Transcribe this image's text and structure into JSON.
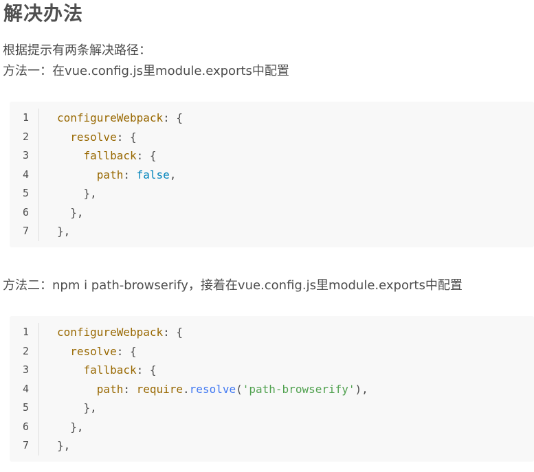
{
  "heading": "解决办法",
  "intro": "根据提示有两条解决路径：",
  "method1": "方法一：在vue.config.js里module.exports中配置",
  "method2": "方法二：npm i path-browserify，接着在vue.config.js里module.exports中配置",
  "code1": {
    "line_numbers": [
      "1",
      "2",
      "3",
      "4",
      "5",
      "6",
      "7"
    ],
    "l1_key": "configureWebpack",
    "l1_rest": ": {",
    "l2_key": "resolve",
    "l2_rest": ": {",
    "l3_key": "fallback",
    "l3_rest": ": {",
    "l4_key": "path",
    "l4_colon": ": ",
    "l4_value": "false",
    "l4_end": ",",
    "l5": "},",
    "l6": "},",
    "l7": "},"
  },
  "code2": {
    "line_numbers": [
      "1",
      "2",
      "3",
      "4",
      "5",
      "6",
      "7"
    ],
    "l1_key": "configureWebpack",
    "l1_rest": ": {",
    "l2_key": "resolve",
    "l2_rest": ": {",
    "l3_key": "fallback",
    "l3_rest": ": {",
    "l4_key": "path",
    "l4_colon": ": ",
    "l4_fn": "require",
    "l4_dot": ".",
    "l4_method": "resolve",
    "l4_open": "(",
    "l4_str": "'path-browserify'",
    "l4_end": "),",
    "l5": "},",
    "l6": "},",
    "l7": "},"
  }
}
